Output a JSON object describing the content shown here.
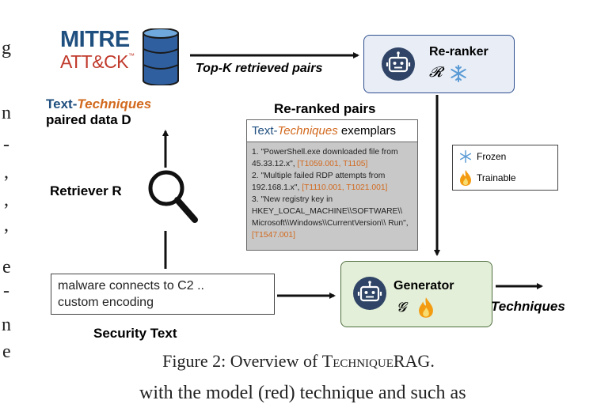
{
  "page_left_text": [
    "g",
    "n",
    "-",
    ",",
    ",",
    ",",
    "e",
    "-",
    "n",
    "e"
  ],
  "mitre": {
    "line1": "MITRE",
    "line2": "ATT&CK",
    "tm": "™"
  },
  "datastore": {
    "label_prefix": "Text-",
    "label_italic": "Techniques",
    "label_line2": "paired data D"
  },
  "arrow_topk": {
    "prefix": "Top-",
    "k": "K",
    "suffix": " retrieved pairs"
  },
  "reranker": {
    "title": "Re-ranker",
    "symbol": "𝓡"
  },
  "reranked_label": "Re-ranked pairs",
  "exemplars": {
    "head_prefix": "Text-",
    "head_italic": "Techniques",
    "head_suffix": " exemplars",
    "items": [
      {
        "text": "1. \"PowerShell.exe downloaded file from 45.33.12.x\", ",
        "ids": "[T1059.001, T1105]"
      },
      {
        "text": "2. \"Multiple failed RDP attempts from 192.168.1.x\", ",
        "ids": "[T1110.001, T1021.001]"
      },
      {
        "text": "3. \"New registry key in HKEY_LOCAL_MACHINE\\\\SOFTWARE\\\\ Microsoft\\\\Windows\\\\CurrentVersion\\\\ Run\", ",
        "ids": "[T1547.001]"
      }
    ]
  },
  "legend": {
    "frozen": "Frozen",
    "trainable": "Trainable"
  },
  "retriever_label": "Retriever R",
  "input_text": {
    "line1": "malware connects to C2 ..",
    "line2": "custom encoding"
  },
  "security_label": "Security Text",
  "generator": {
    "title": "Generator",
    "symbol": "𝓖"
  },
  "output_label": "Techniques",
  "caption": {
    "prefix": "Figure 2: Overview of ",
    "sc": "TechniqueRAG",
    "suffix": "."
  },
  "page_bottom_text": "with the model (red) technique and such as"
}
